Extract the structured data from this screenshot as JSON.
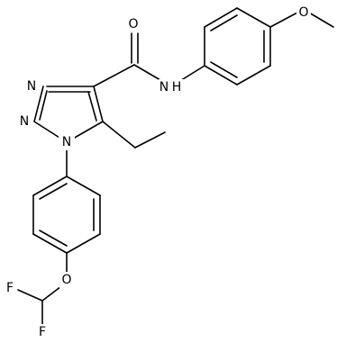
{
  "molecule": {
    "atom_labels": {
      "carbonyl_oxygen": "O",
      "amide_nitrogen": "N",
      "amide_hydrogen": "H",
      "methoxy_oxygen": "O",
      "triazole_n3": "N",
      "triazole_n2": "N",
      "triazole_n1": "N",
      "ether_oxygen": "O",
      "fluorine_top": "F",
      "fluorine_bottom": "F"
    }
  },
  "colors": {
    "bond": "#000000",
    "background": "#ffffff"
  }
}
